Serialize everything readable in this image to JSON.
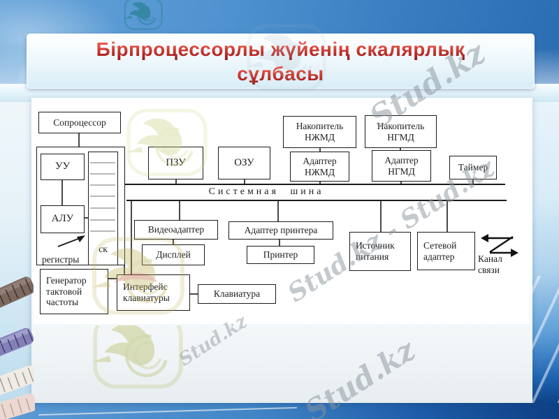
{
  "slide": {
    "title_line1": "Бірпроцессорлы жүйенің скалярлық",
    "title_line2": "сұлбасы",
    "title_color_top": "#e04a3f",
    "title_color_bottom": "#8e1512",
    "frame_blue": "#2b6cb3"
  },
  "watermark": {
    "brand": "Stud.kz",
    "brand_pair": "Stud.kz - Stud.kz",
    "logo": "studkz-hummingbird-logo",
    "text_color": "#8b949c"
  },
  "diagram": {
    "bus_label": "Системная шина",
    "nodes": {
      "coprocessor": "Сопроцессор",
      "control_unit": "УУ",
      "alu": "АЛУ",
      "sk": "ск",
      "registers": "регистры",
      "rom": "ПЗУ",
      "ram": "ОЗУ",
      "hdd_drive": "Накопитель НЖМД",
      "hdd_adapter": "Адаптер НЖМД",
      "fdd_drive": "Накопитель НГМД",
      "fdd_adapter": "Адаптер НГМД",
      "timer": "Таймер",
      "video_adapter": "Видеоадаптер",
      "display": "Дисплей",
      "printer_adapter": "Адаптер принтера",
      "printer": "Принтер",
      "power_supply": "Источник питания",
      "network_adapter": "Сетевой адаптер",
      "comm_channel": "Канал связи",
      "clock_generator": "Генератор тактовой частоты",
      "keyboard_interface": "Интерфейс клавиатуры",
      "keyboard": "Клавиатура"
    }
  }
}
